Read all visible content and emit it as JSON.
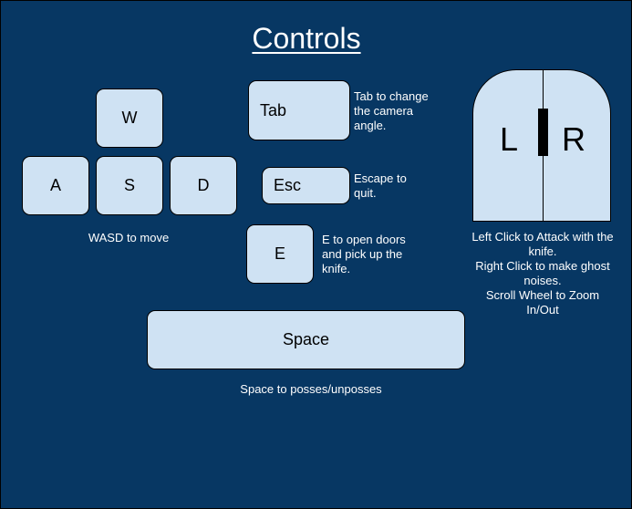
{
  "title": "Controls",
  "keys": {
    "w": "W",
    "a": "A",
    "s": "S",
    "d": "D",
    "tab": "Tab",
    "esc": "Esc",
    "e": "E",
    "space": "Space"
  },
  "captions": {
    "wasd": "WASD to move",
    "tab_line1": "Tab to change",
    "tab_line2": "the camera",
    "tab_line3": "angle.",
    "esc_line1": "Escape to",
    "esc_line2": "quit.",
    "e_line1": "E to open doors",
    "e_line2": "and pick up the",
    "e_line3": "knife.",
    "space": "Space to posses/unposses",
    "mouse_line1": "Left Click to Attack with the",
    "mouse_line2": "knife.",
    "mouse_line3": "Right Click to make ghost",
    "mouse_line4": "noises.",
    "mouse_line5": "Scroll Wheel to Zoom",
    "mouse_line6": "In/Out"
  },
  "mouse": {
    "left_label": "L",
    "right_label": "R"
  },
  "colors": {
    "background": "#073763",
    "key_fill": "#cfe2f3",
    "outline": "#000000",
    "text_light": "#ffffff"
  }
}
